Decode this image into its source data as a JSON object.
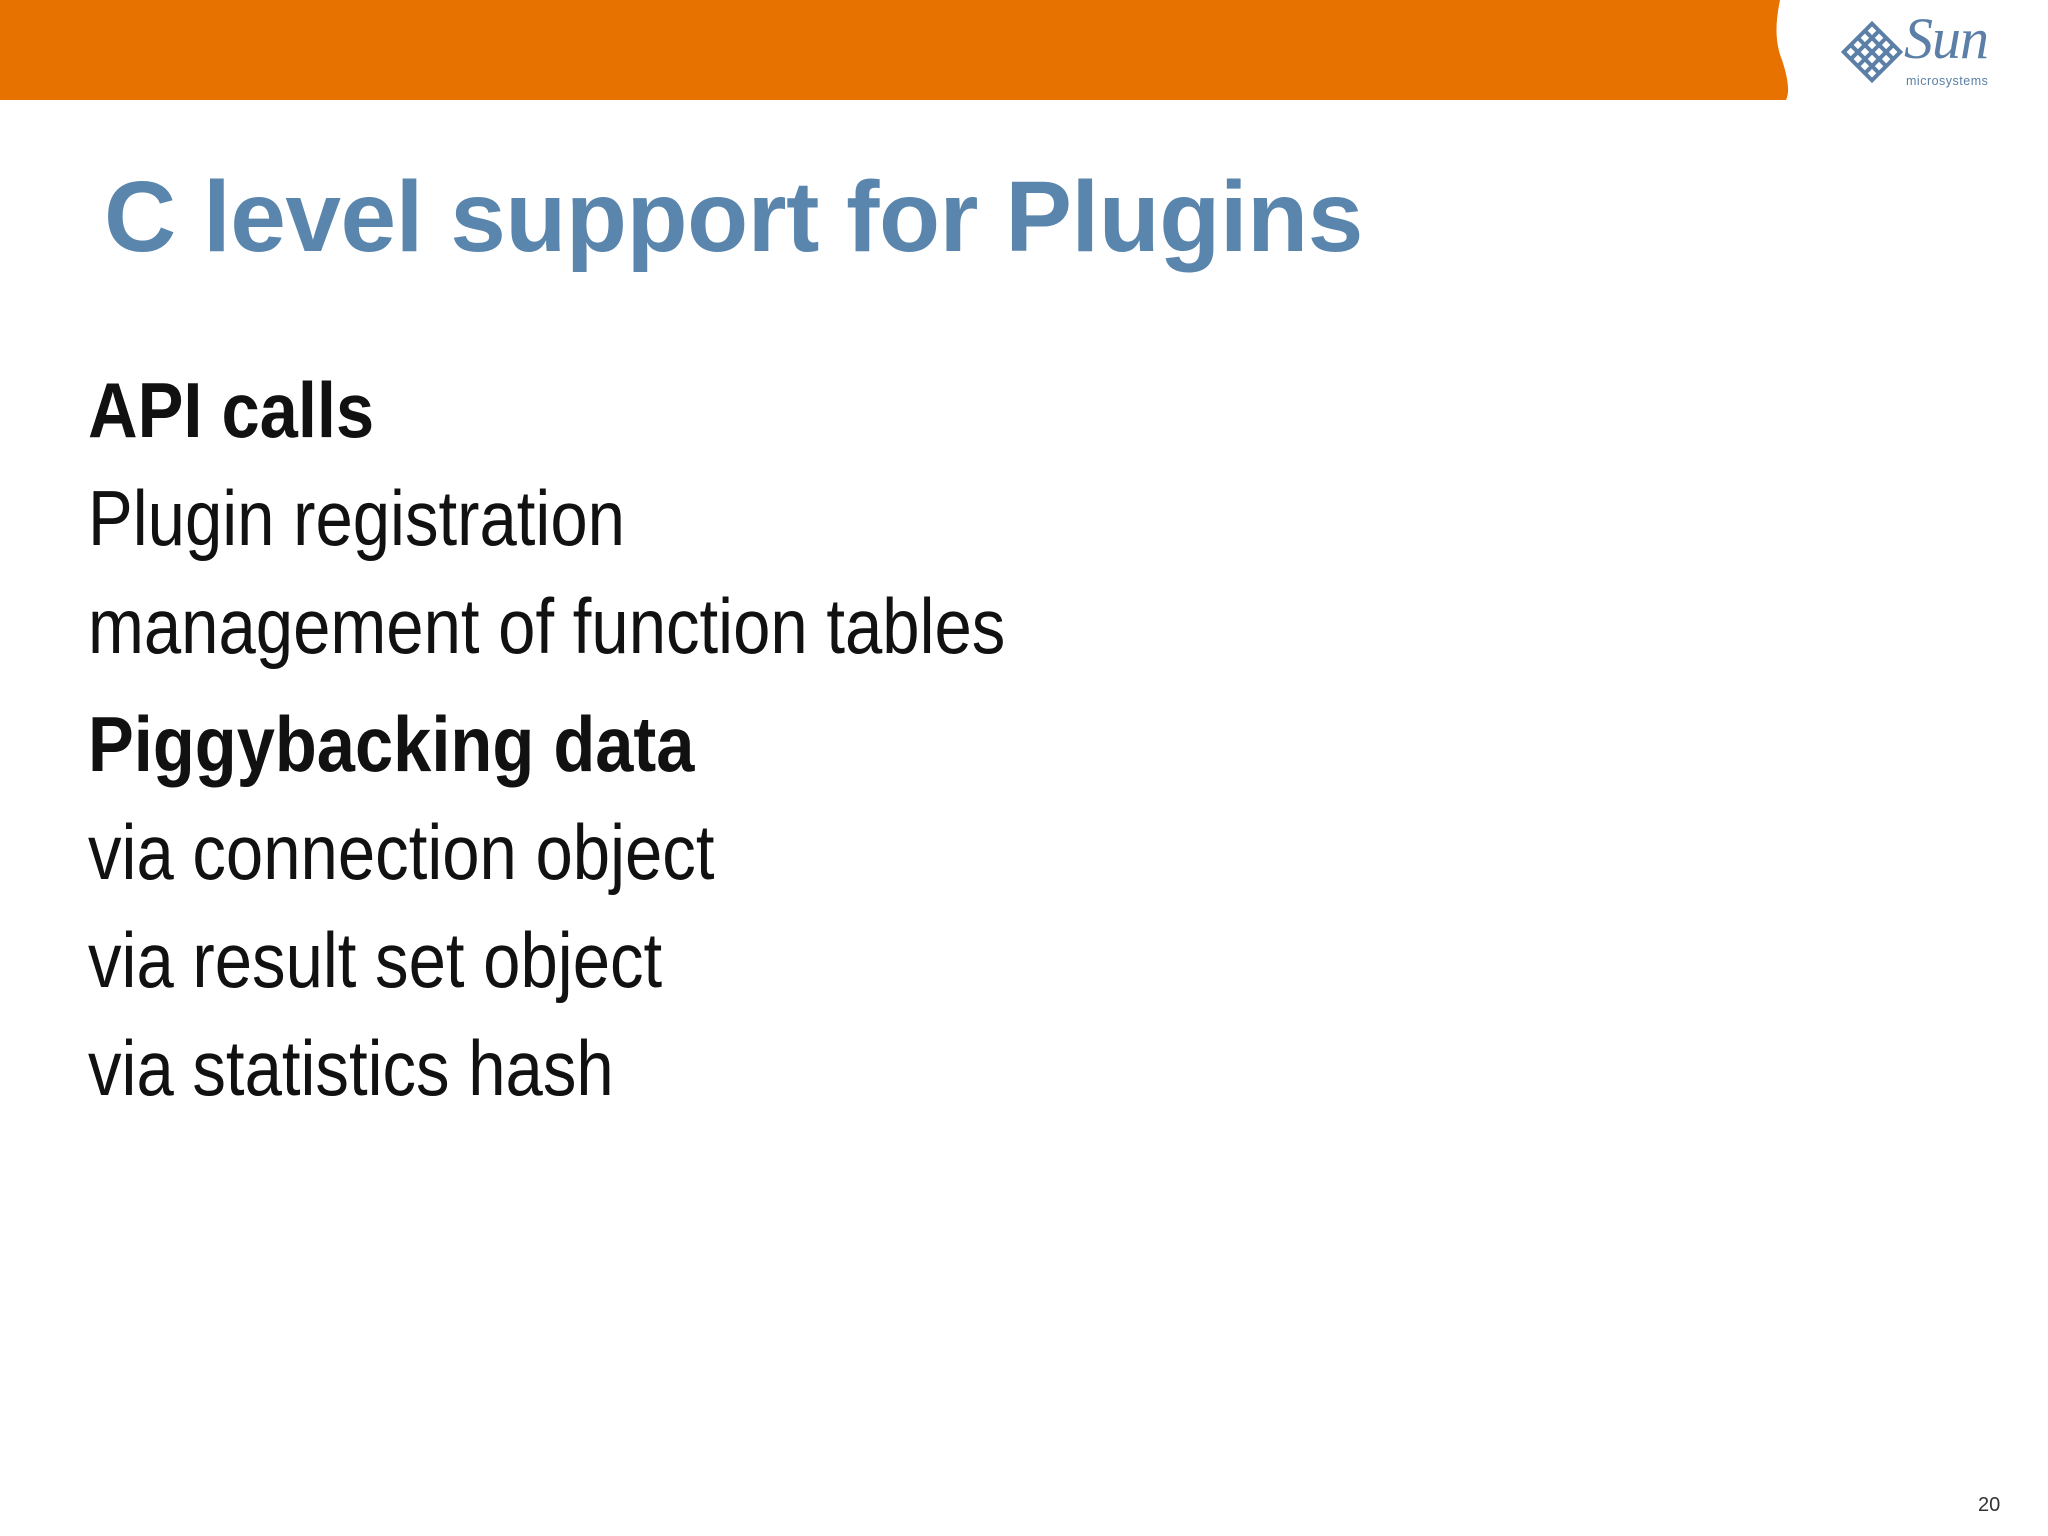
{
  "header": {
    "band_color": "#e87200",
    "logo": {
      "wordmark": "Sun",
      "subtext": "microsystems",
      "icon": "sun-diamond-logo-icon",
      "color": "#5b7fa6"
    }
  },
  "slide": {
    "title": "C level support for Plugins",
    "title_color": "#5a86ad",
    "sections": [
      {
        "heading": "API calls",
        "items": [
          "Plugin registration",
          "management of function tables"
        ]
      },
      {
        "heading": "Piggybacking data",
        "items": [
          "via connection object",
          "via result set object",
          "via statistics hash"
        ]
      }
    ],
    "page_number": "20"
  }
}
